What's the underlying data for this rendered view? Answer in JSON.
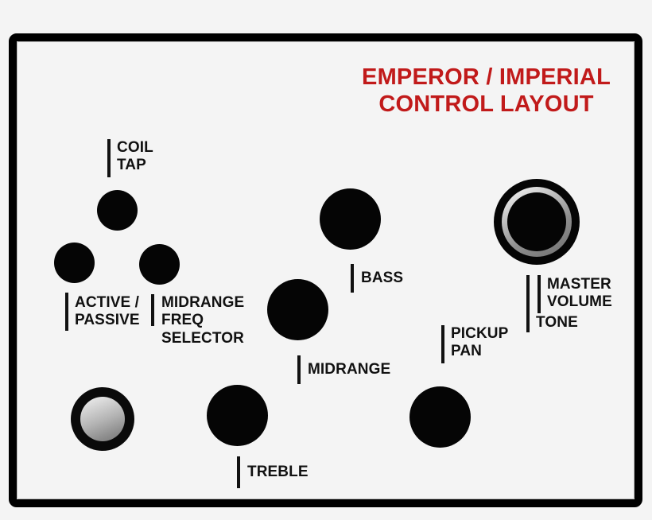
{
  "page": {
    "background_color": "#f4f4f4",
    "panel_border_color": "#000000",
    "panel_face_color": "#f4f4f4",
    "accent_color": "#c11a1a",
    "label_color": "#111111"
  },
  "title": {
    "line1": "EMPEROR / IMPERIAL",
    "line2": "CONTROL LAYOUT"
  },
  "controls": [
    {
      "id": "coil-tap",
      "label": "COIL\nTAP",
      "type": "mini-knob",
      "label_position": "above-right"
    },
    {
      "id": "active-passive",
      "label": "ACTIVE /\nPASSIVE",
      "type": "mini-knob",
      "label_position": "below-right"
    },
    {
      "id": "midrange-freq-selector",
      "label": "MIDRANGE\nFREQ\nSELECTOR",
      "type": "mini-knob",
      "label_position": "below-right"
    },
    {
      "id": "bass",
      "label": "BASS",
      "type": "knob",
      "label_position": "below-right"
    },
    {
      "id": "midrange",
      "label": "MIDRANGE",
      "type": "knob",
      "label_position": "below-right"
    },
    {
      "id": "treble",
      "label": "TREBLE",
      "type": "knob",
      "label_position": "below-right"
    },
    {
      "id": "pickup-pan",
      "label": "PICKUP\nPAN",
      "type": "knob",
      "label_position": "above-right"
    },
    {
      "id": "master-volume",
      "label": "MASTER\nVOLUME",
      "type": "stacked-knob-upper",
      "label_position": "below-right"
    },
    {
      "id": "tone",
      "label": "TONE",
      "type": "stacked-knob-lower",
      "label_position": "below-right"
    },
    {
      "id": "output-jack",
      "label": "",
      "type": "jack",
      "label_position": "none"
    }
  ]
}
